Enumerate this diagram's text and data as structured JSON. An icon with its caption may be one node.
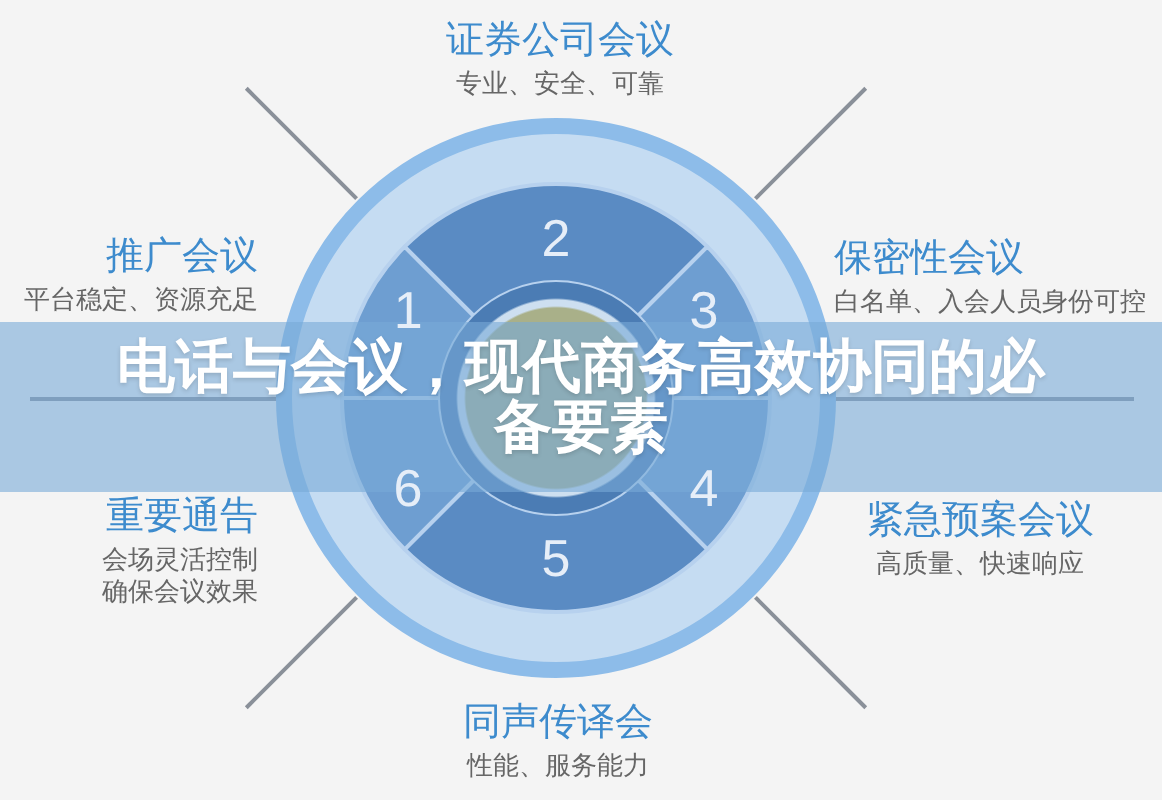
{
  "diagram": {
    "title": "电话与会议，现代商务高效协同的必备要素",
    "nodes": [
      {
        "text": [
          "1"
        ],
        "beside": [
          "推广会议",
          "平台稳定、资源充足"
        ]
      },
      {
        "text": [
          "2"
        ],
        "beside": [
          "证券公司会议",
          "专业、安全、可靠"
        ]
      },
      {
        "text": [
          "3"
        ],
        "beside": [
          "保密性会议",
          "白名单、入会人员身份可控"
        ]
      },
      {
        "text": [
          "4"
        ],
        "beside": [
          "紧急预案会议",
          "高质量、快速响应"
        ]
      },
      {
        "text": [
          "5"
        ],
        "beside": [
          "同声传译会",
          "性能、服务能力"
        ]
      },
      {
        "text": [
          "6"
        ],
        "beside": [
          "重要通告",
          "会场灵活控制确保会议效果"
        ]
      },
      {
        "text": [],
        "shape": "circle"
      }
    ]
  }
}
